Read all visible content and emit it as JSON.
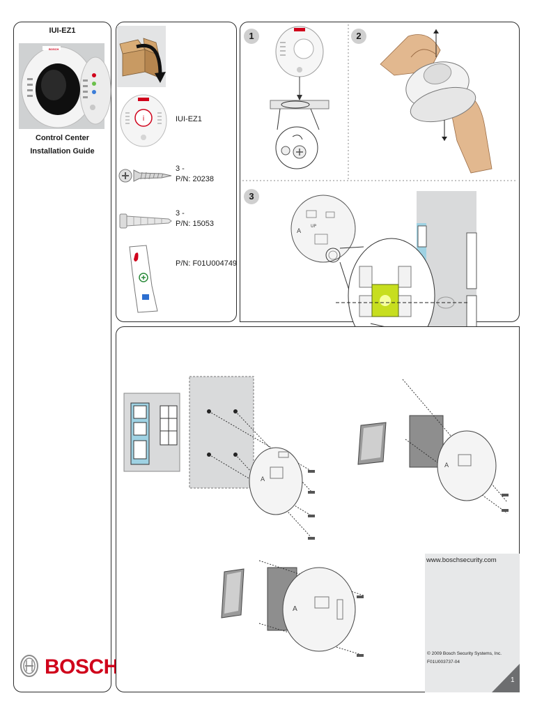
{
  "cover": {
    "product_title": "IUI-EZ1",
    "guide_title_line1": "Control Center",
    "guide_title_line2": "Installation Guide",
    "brand": "BOSCH",
    "device_brand_tag": "BOSCH"
  },
  "parts": [
    {
      "name_line1": "IUI-EZ1",
      "name_line2": ""
    },
    {
      "name_line1": "3 -",
      "name_line2": "P/N: 20238"
    },
    {
      "name_line1": "3 -",
      "name_line2": "P/N: 15053"
    },
    {
      "name_line1": "P/N: F01U004749",
      "name_line2": ""
    }
  ],
  "steps": [
    {
      "number": "1"
    },
    {
      "number": "2"
    },
    {
      "number": "3"
    }
  ],
  "footer": {
    "website": "www.boschsecurity.com",
    "copyright": "© 2009 Bosch Security Systems, Inc.",
    "doc_number": "F01U003737-04",
    "page_number": "1"
  },
  "colors": {
    "panel_border": "#2b2b2b",
    "bosch_red": "#d0021b",
    "wall_gray": "#d9dadb",
    "lime": "#c7de1f",
    "window_blue": "#9fd2e3",
    "skin": "#e2b88f"
  },
  "icons": {
    "box_flip": "open-box-flip-icon",
    "screw": "screw-icon",
    "anchor": "wall-anchor-icon",
    "label": "sticker-label-icon"
  }
}
